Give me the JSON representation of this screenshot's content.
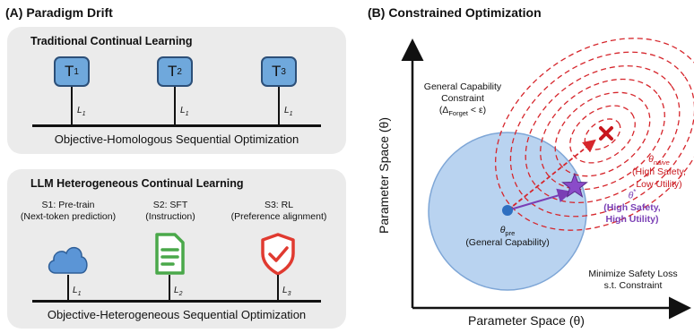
{
  "panel_a": {
    "title": "(A) Paradigm Drift",
    "traditional": {
      "title": "Traditional Continual Learning",
      "tasks": [
        {
          "name": "T",
          "sub": "1",
          "loss": "L",
          "loss_sub": "1"
        },
        {
          "name": "T",
          "sub": "2",
          "loss": "L",
          "loss_sub": "1"
        },
        {
          "name": "T",
          "sub": "3",
          "loss": "L",
          "loss_sub": "1"
        }
      ],
      "caption": "Objective-Homologous Sequential Optimization"
    },
    "heterogeneous": {
      "title": "LLM Heterogeneous Continual Learning",
      "stages": [
        {
          "line1": "S1: Pre-train",
          "line2": "(Next-token prediction)",
          "icon": "cloud-icon",
          "loss": "L",
          "loss_sub": "1"
        },
        {
          "line1": "S2: SFT",
          "line2": "(Instruction)",
          "icon": "document-icon",
          "loss": "L",
          "loss_sub": "2"
        },
        {
          "line1": "S3: RL",
          "line2": "(Preference alignment)",
          "icon": "shield-check-icon",
          "loss": "L",
          "loss_sub": "3"
        }
      ],
      "caption": "Objective-Heterogeneous Sequential Optimization"
    }
  },
  "panel_b": {
    "title": "(B) Constrained Optimization",
    "xlabel": "Parameter Space (θ)",
    "ylabel": "Parameter Space (θ)",
    "constraint": {
      "line1": "General Capability",
      "line2": "Constraint",
      "line3_pre": "(Δ",
      "line3_sub": "Forget",
      "line3_post": " < ε)"
    },
    "theta_pre": {
      "symbol": "θ",
      "sub": "pre",
      "label": "(General Capability)"
    },
    "theta_naive": {
      "symbol": "θ",
      "sub": "naive",
      "line1": "(High Safety,",
      "line2": "Low Utility)"
    },
    "theta_star": {
      "symbol": "θ",
      "sup": "*",
      "line1": "(High Safety,",
      "line2": "High Utility)"
    },
    "objective": {
      "line1": "Minimize Safety Loss",
      "line2": "s.t. Constraint"
    },
    "colors": {
      "task_fill": "#6fa8dc",
      "task_border": "#2c4f78",
      "circle_fill": "#b9d3f0",
      "circle_stroke": "#7ea6d6",
      "contour": "#d6262c",
      "star": "#7a3fb5",
      "dot": "#2f6fc0",
      "cloud": "#5b95d6",
      "doc": "#4aa84a",
      "shield": "#e03a30"
    }
  }
}
